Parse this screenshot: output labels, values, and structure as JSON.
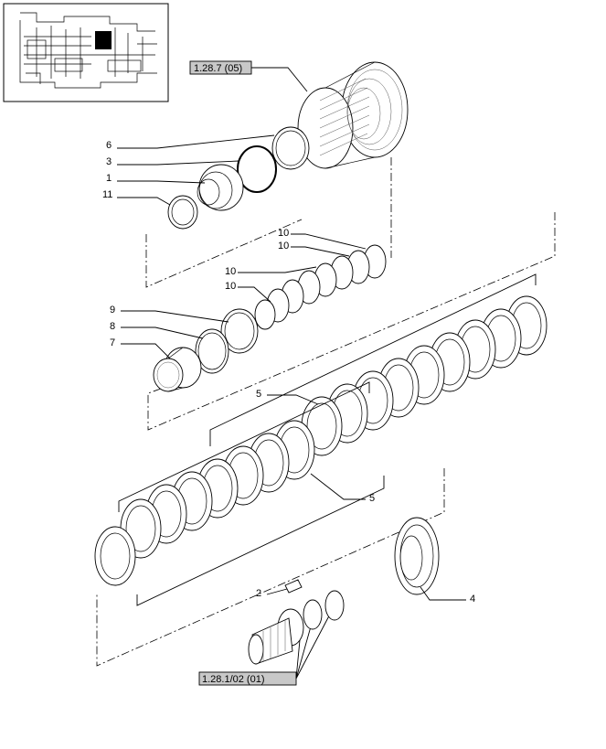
{
  "refs": {
    "top": "1.28.7 (05)",
    "bottom": "1.28.1/02 (01)"
  },
  "callouts": {
    "c6": "6",
    "c3": "3",
    "c1": "1",
    "c11": "11",
    "c10a": "10",
    "c10b": "10",
    "c10c": "10",
    "c10d": "10",
    "c9": "9",
    "c8": "8",
    "c7": "7",
    "c5a": "5",
    "c5b": "5",
    "c2": "2",
    "c4": "4"
  },
  "colors": {
    "line": "#000000",
    "ref_box_fill": "#c8c8c8",
    "highlight": "#000000"
  }
}
